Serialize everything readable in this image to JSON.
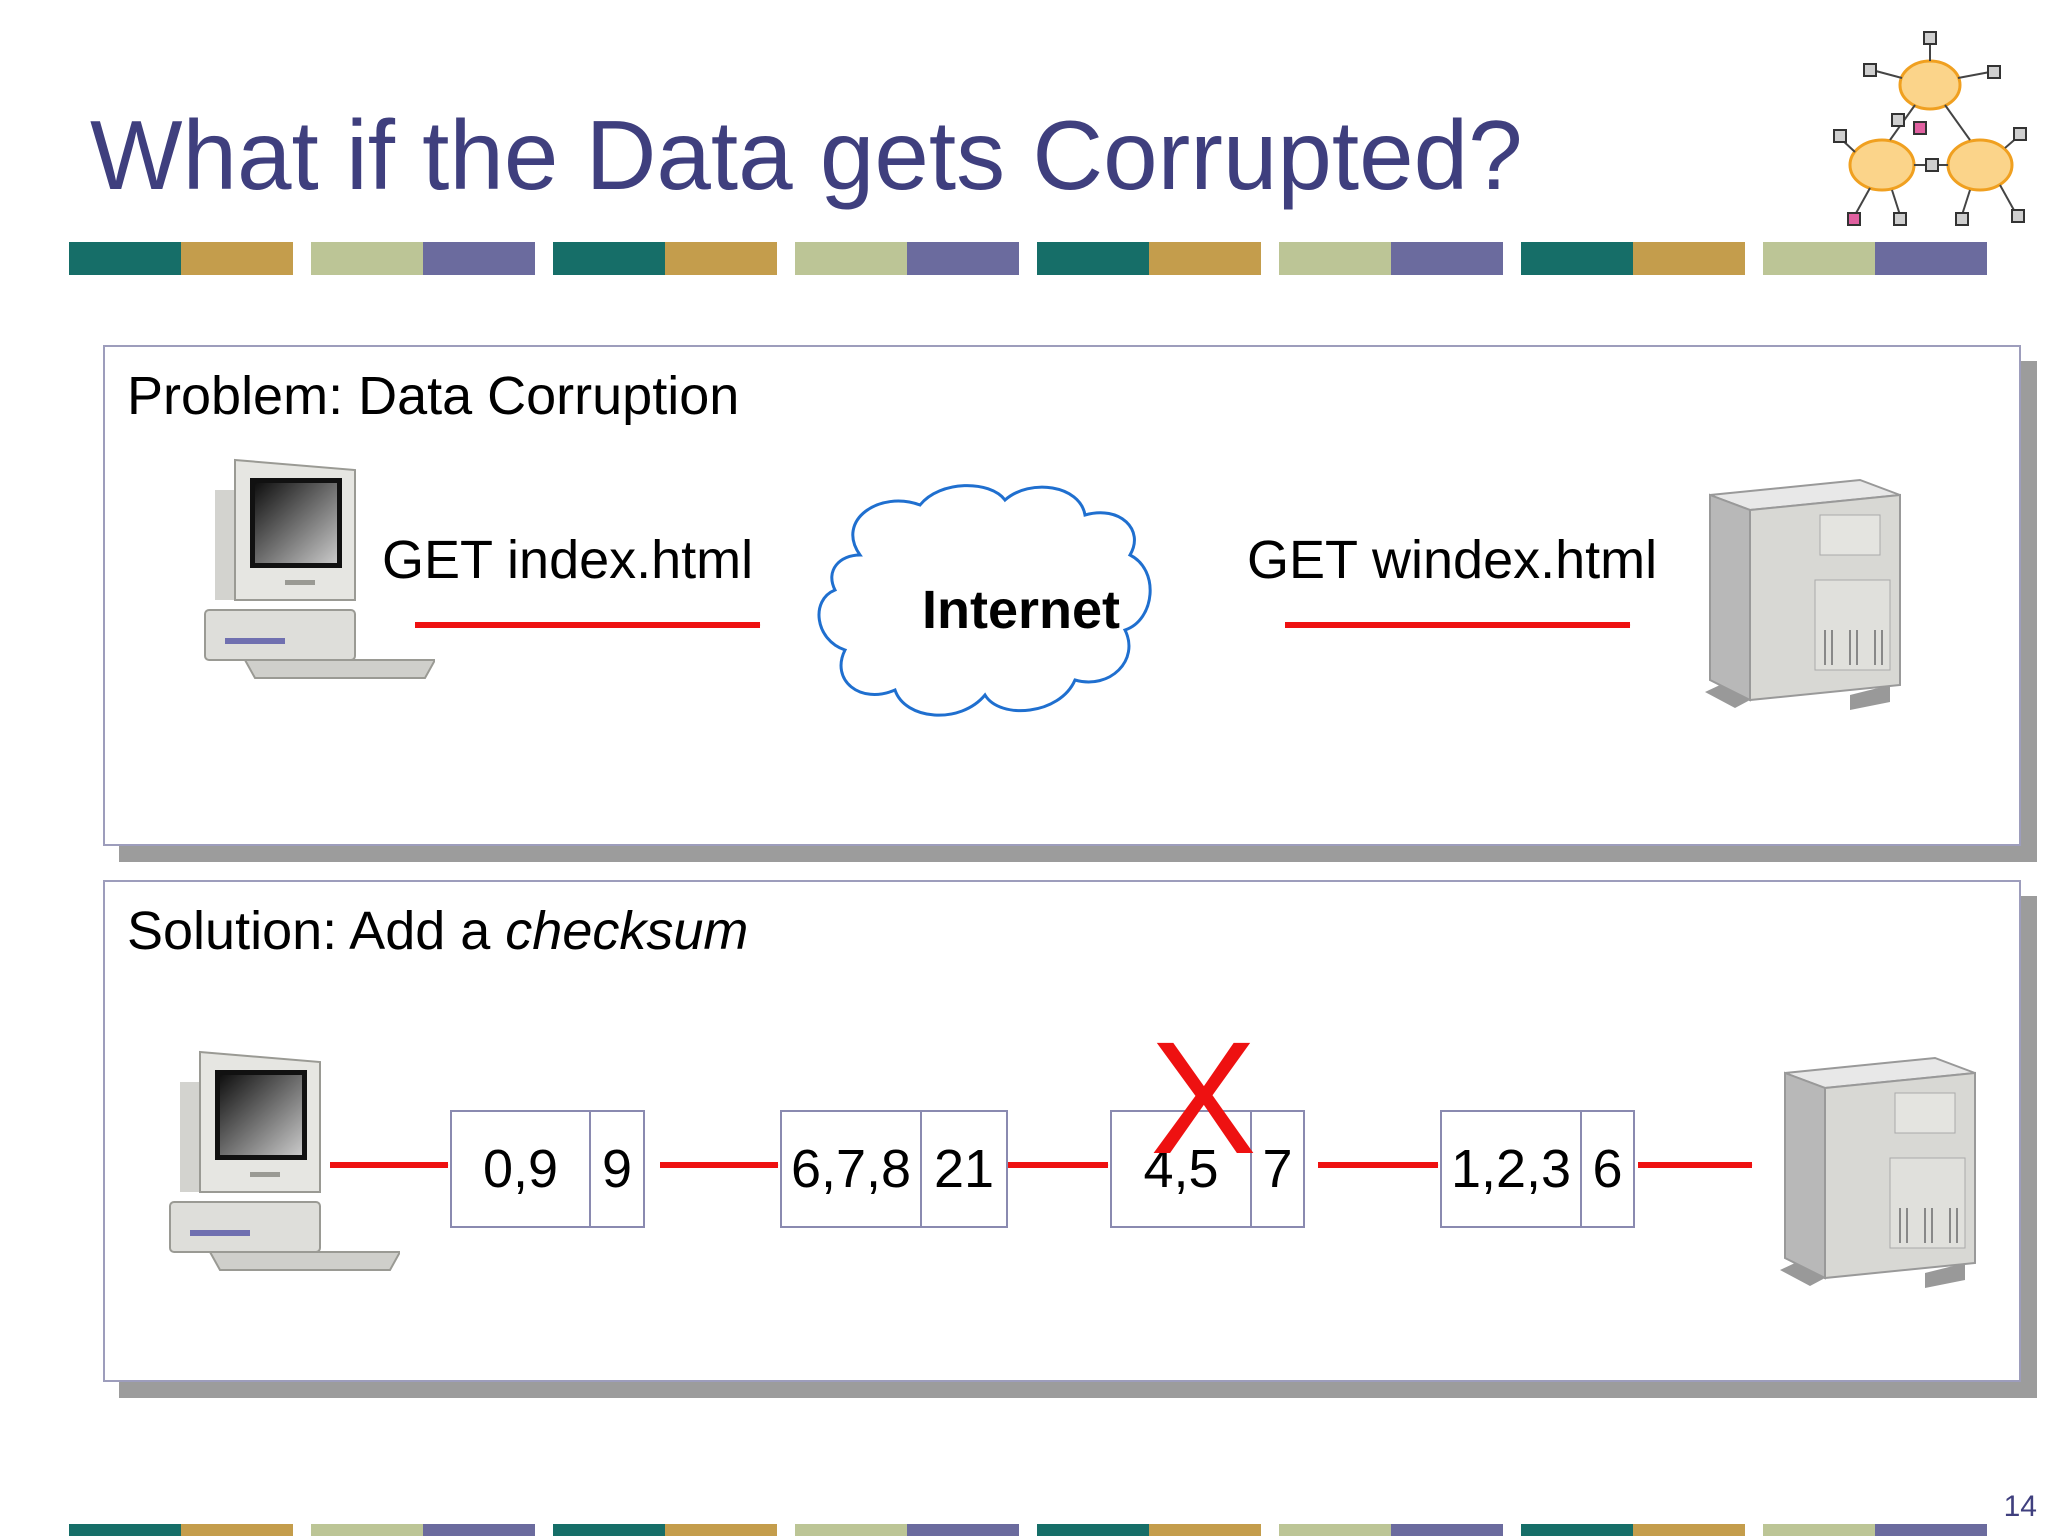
{
  "slide": {
    "title": "What if the Data gets Corrupted?",
    "page_number": "14"
  },
  "colors": {
    "title": "#3f3f7e",
    "stripe": [
      "#166e68",
      "#c49d4c",
      "#bcc596",
      "#6b6b9e"
    ],
    "arrow": "#ee1111",
    "cloud_outline": "#1f6fcf",
    "panel_border": "#9d9dbc"
  },
  "problem": {
    "heading": "Problem: Data Corruption",
    "left_label": "GET index.html",
    "cloud_label": "Internet",
    "right_label": "GET windex.html"
  },
  "solution": {
    "heading_prefix": "Solution: Add a ",
    "heading_em": "checksum",
    "packets": [
      {
        "data": "0,9",
        "checksum": "9",
        "corrupted": false
      },
      {
        "data": "6,7,8",
        "checksum": "21",
        "corrupted": false
      },
      {
        "data": "4,5",
        "checksum": "7",
        "corrupted": true
      },
      {
        "data": "1,2,3",
        "checksum": "6",
        "corrupted": false
      }
    ],
    "corruption_mark": "X"
  },
  "icons": [
    "network-topology-icon",
    "desktop-computer-icon",
    "server-tower-icon",
    "cloud-icon",
    "arrow-right-icon"
  ]
}
